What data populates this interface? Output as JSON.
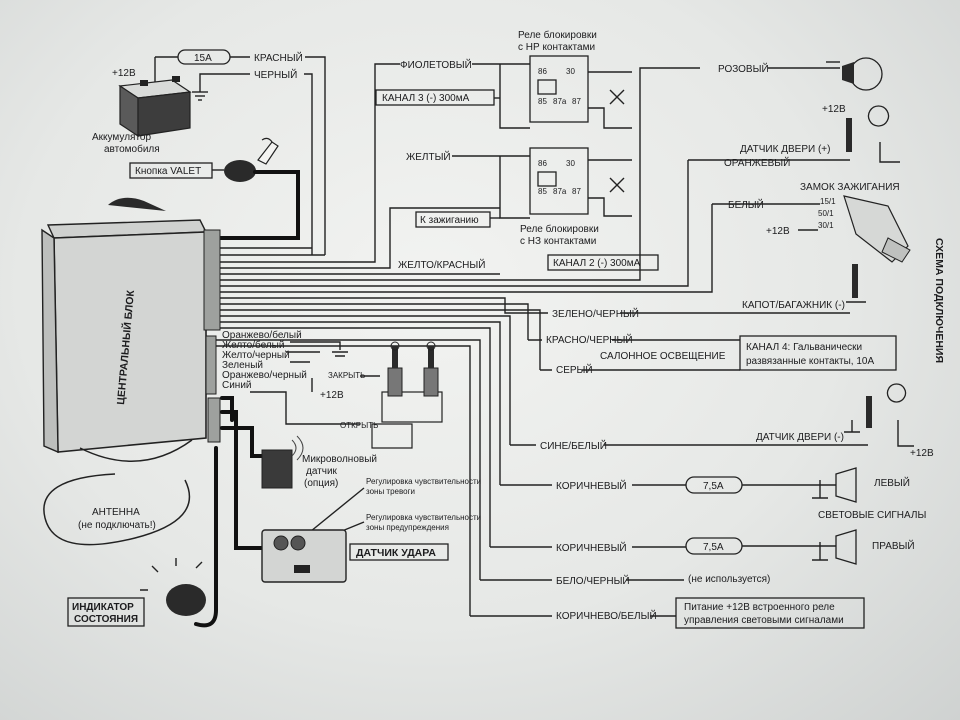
{
  "battery": {
    "fuse": "15A",
    "red": "КРАСНЫЙ",
    "black": "ЧЕРНЫЙ",
    "plus12": "+12В",
    "caption1": "Аккумулятор",
    "caption2": "автомобиля"
  },
  "valet": {
    "label": "Кнопка VALET"
  },
  "central_unit": {
    "label": "ЦЕНТРАЛЬНЫЙ БЛОК"
  },
  "antenna": {
    "line1": "АНТЕННА",
    "line2": "(не подключать!)"
  },
  "indicator": {
    "line1": "ИНДИКАТОР",
    "line2": "СОСТОЯНИЯ"
  },
  "microwave": {
    "line1": "Микроволновый",
    "line2": "датчик",
    "line3": "(опция)"
  },
  "shock": {
    "label": "ДАТЧИК УДАРА",
    "alarm_adj1": "Регулировка чувствительности",
    "alarm_adj2": "зоны тревоги",
    "warn_adj1": "Регулировка чувствительности",
    "warn_adj2": "зоны предупреждения"
  },
  "relay_nc": {
    "title1": "Реле блокировки",
    "title2": "с НР контактами",
    "p86": "86",
    "p30": "30",
    "p85": "85",
    "p87a": "87а",
    "p87": "87"
  },
  "relay_no": {
    "title1": "Реле блокировки",
    "title2": "с НЗ контактами",
    "p86": "86",
    "p30": "30",
    "p85": "85",
    "p87a": "87а",
    "p87": "87"
  },
  "wires": {
    "violet": "ФИОЛЕТОВЫЙ",
    "channel3": "КАНАЛ 3 (-) 300мА",
    "yellow": "ЖЕЛТЫЙ",
    "to_ignition": "К зажиганию",
    "yellow_red": "ЖЕЛТО/КРАСНЫЙ",
    "channel2": "КАНАЛ 2 (-) 300мА",
    "pink": "РОЗОВЫЙ",
    "orange": "ОРАНЖЕВЫЙ",
    "white": "БЕЛЫЙ",
    "green_black": "ЗЕЛЕНО/ЧЕРНЫЙ",
    "red_black": "КРАСНО/ЧЕРНЫЙ",
    "interior_light": "САЛОННОЕ ОСВЕЩЕНИЕ",
    "grey": "СЕРЫЙ",
    "blue_white": "СИНЕ/БЕЛЫЙ",
    "brown1": "КОРИЧНЕВЫЙ",
    "brown2": "КОРИЧНЕВЫЙ",
    "white_black": "БЕЛО/ЧЕРНЫЙ",
    "brown_white": "КОРИЧНЕВО/БЕЛЫЙ",
    "orange_white": "Оранжево/белый",
    "yellow_white": "Желто/белый",
    "yellow_black": "Желто/черный",
    "green": "Зеленый",
    "orange_black": "Оранжево/черный",
    "blue": "Синий"
  },
  "lock": {
    "close": "ЗАКРЫТЬ",
    "open": "ОТКРЫТЬ",
    "plus12": "+12В"
  },
  "right_side": {
    "door_sensor_plus": "ДАТЧИК ДВЕРИ (+)",
    "plus12_top": "+12В",
    "ignition_lock": "ЗАМОК ЗАЖИГАНИЯ",
    "ign_15_1": "15/1",
    "ign_50_1": "50/1",
    "ign_30_1": "30/1",
    "plus12_ign": "+12В",
    "hood_trunk": "КАПОТ/БАГАЖНИК (-)",
    "channel4_1": "КАНАЛ 4: Гальванически",
    "channel4_2": "развязанные контакты, 10А",
    "door_sensor_minus": "ДАТЧИК ДВЕРИ (-)",
    "plus12_door": "+12В",
    "fuse_left": "7,5А",
    "fuse_right": "7,5А",
    "left": "ЛЕВЫЙ",
    "right": "ПРАВЫЙ",
    "light_signals": "СВЕТОВЫЕ СИГНАЛЫ",
    "not_used": "(не используется)",
    "power1": "Питание +12В встроенного реле",
    "power2": "управления световыми сигналами"
  },
  "scheme_title": "СХЕМА ПОДКЛЮЧЕНИЯ"
}
